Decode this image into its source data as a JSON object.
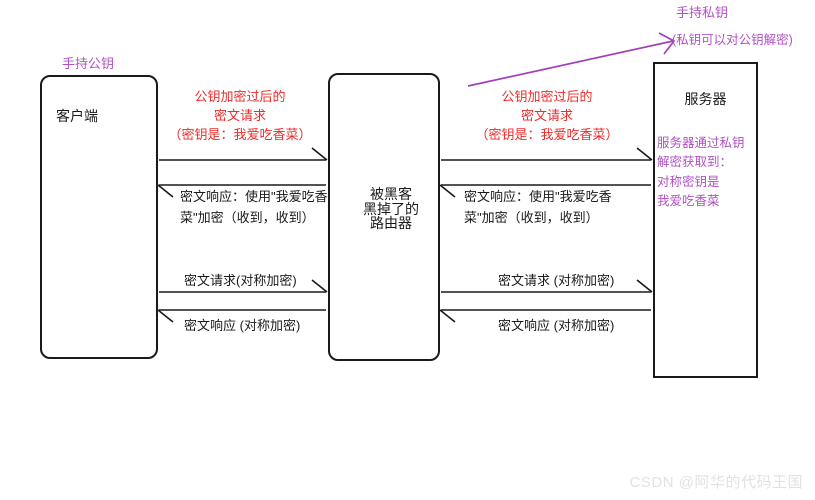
{
  "diagram": {
    "title_watermark": "CSDN @阿华的代码王国",
    "nodes": [
      {
        "id": "client",
        "label": "客户端"
      },
      {
        "id": "router",
        "label": "被黑客\n黑掉了的\n路由器"
      },
      {
        "id": "server",
        "label": "服务器"
      }
    ],
    "callouts": {
      "public_key_holder": "手持公钥",
      "private_key_holder": "手持私钥",
      "private_key_note": "(私钥可以对公钥解密)",
      "server_decrypt_note": "服务器通过私钥\n解密获取到：\n对称密钥是\n我爱吃香菜"
    },
    "captions": {
      "red_left": "公钥加密过后的\n密文请求\n（密钥是：我爱吃香菜）",
      "red_right": "公钥加密过后的\n密文请求\n（密钥是：我爱吃香菜）"
    },
    "flows": [
      {
        "id": "request-1-left",
        "segment": "client-to-router",
        "direction": "right",
        "label": "公钥加密过后的 密文请求（密钥是：我爱吃香菜）",
        "color": "#ef2b2b"
      },
      {
        "id": "request-1-right",
        "segment": "router-to-server",
        "direction": "right",
        "label": "公钥加密过后的 密文请求（密钥是：我爱吃香菜）",
        "color": "#ef2b2b"
      },
      {
        "id": "response-1-left",
        "segment": "router-to-client",
        "direction": "left",
        "label": "密文响应：使用\"我爱吃香\n菜\"加密（收到，收到）",
        "color": "#1a1a1a"
      },
      {
        "id": "response-1-right",
        "segment": "server-to-router",
        "direction": "left",
        "label": "密文响应：使用\"我爱吃香\n菜\"加密（收到，收到）",
        "color": "#1a1a1a"
      },
      {
        "id": "request-2-left",
        "segment": "client-to-router",
        "direction": "right",
        "label": "密文请求(对称加密)",
        "color": "#1a1a1a"
      },
      {
        "id": "request-2-right",
        "segment": "router-to-server",
        "direction": "right",
        "label": "密文请求 (对称加密)",
        "color": "#1a1a1a"
      },
      {
        "id": "response-2-left",
        "segment": "router-to-client",
        "direction": "left",
        "label": "密文响应 (对称加密)",
        "color": "#1a1a1a"
      },
      {
        "id": "response-2-right",
        "segment": "server-to-router",
        "direction": "left",
        "label": "密文响应 (对称加密)",
        "color": "#1a1a1a"
      }
    ],
    "colors": {
      "purple": "#b152c4",
      "red": "#ef2b2b",
      "line": "#1a1a1a",
      "watermark": "#e2e2e4",
      "background": "#ffffff"
    }
  }
}
